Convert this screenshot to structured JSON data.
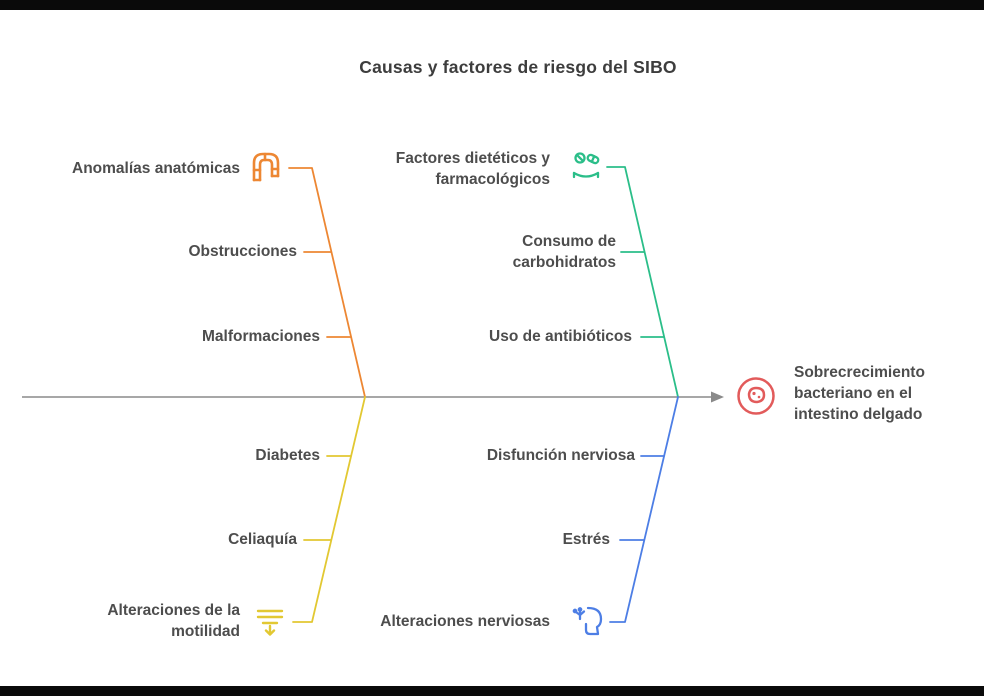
{
  "title": "Causas y factores de riesgo del SIBO",
  "colors": {
    "anatomical": "#ed8733",
    "dietary": "#2bbe89",
    "motility": "#e2c832",
    "nervous": "#4d7ee5",
    "effect": "#e25b5b",
    "spine": "#8a8a8a",
    "text": "#4d4d4d"
  },
  "effect": {
    "label": "Sobrecrecimiento bacteriano en el intestino delgado",
    "icon": "bacteria-icon"
  },
  "branches": {
    "anatomical": {
      "position": "top-left",
      "icon": "intestine-icon",
      "head": "Anomalías anatómicas",
      "items": [
        "Obstrucciones",
        "Malformaciones"
      ]
    },
    "dietary": {
      "position": "top-right",
      "icon": "pills-hand-icon",
      "head": "Factores dietéticos y farmacológicos",
      "items": [
        "Consumo de carbohidratos",
        "Uso de antibióticos"
      ]
    },
    "motility": {
      "position": "bottom-left",
      "icon": "motility-icon",
      "head": "Alteraciones de la motilidad",
      "items": [
        "Diabetes",
        "Celiaquía"
      ]
    },
    "nervous": {
      "position": "bottom-right",
      "icon": "nervous-system-icon",
      "head": "Alteraciones nerviosas",
      "items": [
        "Disfunción nerviosa",
        "Estrés"
      ]
    }
  }
}
